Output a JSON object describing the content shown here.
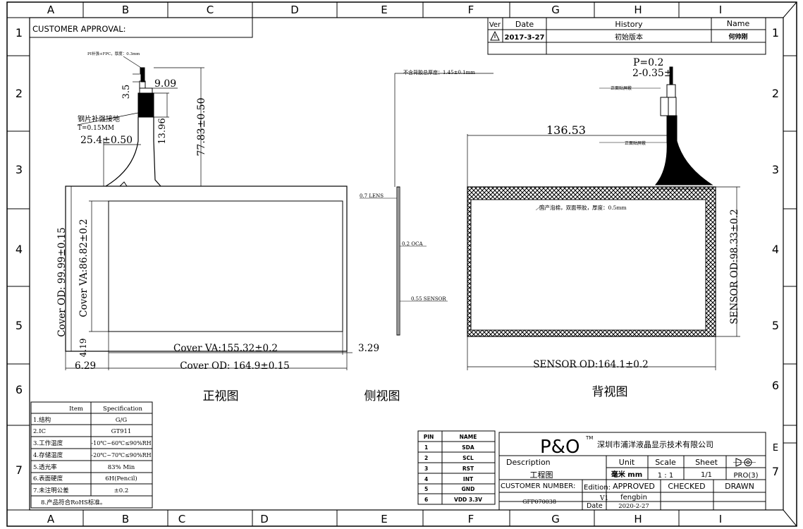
{
  "frame": {
    "columns": [
      "A",
      "B",
      "C",
      "D",
      "E",
      "F",
      "G",
      "H",
      "I"
    ],
    "rows": [
      "1",
      "2",
      "3",
      "4",
      "5",
      "6",
      "7"
    ],
    "extra_right_row": "E"
  },
  "customer_approval": "CUSTOMER  APPROVAL:",
  "history": {
    "headers": {
      "ver": "Ver",
      "date": "Date",
      "history": "History",
      "name": "Name"
    },
    "row": {
      "date": "2017-3-27",
      "history": "初始版本",
      "name": "何帅刚"
    }
  },
  "front": {
    "title": "正视图",
    "fpc_note": "PI补强+FPC，厚度：0.3mm",
    "stiffener_note": [
      "钢片补强接地",
      "T=0.15MM"
    ],
    "dims": {
      "d35": "3.5",
      "d909": "9.09",
      "d1396": "13.96",
      "d254": "25.4±0.50",
      "d7783": "77.83±0.50",
      "cover_od_v": "Cover OD: 99.99±0.15",
      "cover_va_v": "Cover VA:86.82±0.2",
      "d419": "4.19",
      "cover_va_h": "Cover VA:155.32±0.2",
      "d329": "3.29",
      "d629": "6.29",
      "cover_od_h": "Cover OD: 164.9±0.15"
    }
  },
  "side": {
    "title": "侧视图",
    "thickness_note": "不含背胶总厚度：1.45±0.1mm",
    "layers": [
      "0.7 LENS",
      "0.2 OCA",
      "0.55 SENSOR"
    ]
  },
  "back": {
    "title": "背视图",
    "p": "P=0.2",
    "pins": "2-0.35±",
    "label1": "正面贴屏蔽",
    "label2": "正面贴屏蔽",
    "foam_note": "国产泡棉，双面带胶，厚度：0.5mm",
    "d13653": "136.53",
    "sensor_od_v": "SENSOR OD:98.33±0.2",
    "sensor_od_h": "SENSOR OD:164.1±0.2"
  },
  "spec": {
    "headers": [
      "Item",
      "Specification"
    ],
    "rows": [
      [
        "1.结构",
        "G/G"
      ],
      [
        "2.IC",
        "GT911"
      ],
      [
        "3.工作温度",
        "-10℃~60℃≤90%RH"
      ],
      [
        "4.存储温度",
        "-20℃~70℃≤90%RH"
      ],
      [
        "5.透光率",
        "83% Min"
      ],
      [
        "6.表面硬度",
        "6H(Pencil)"
      ],
      [
        "7.未注明公差",
        "±0.2"
      ]
    ],
    "footer": "8.产品符合RoHS标准。"
  },
  "pins": {
    "headers": [
      "PIN",
      "NAME"
    ],
    "rows": [
      [
        "1",
        "SDA"
      ],
      [
        "2",
        "SCL"
      ],
      [
        "3",
        "RST"
      ],
      [
        "4",
        "INT"
      ],
      [
        "5",
        "GND"
      ],
      [
        "6",
        "VDD 3.3V"
      ]
    ]
  },
  "title_block": {
    "logo": "P&O",
    "logo_tm": "TM",
    "company": "深圳市浦洋液晶显示技术有限公司",
    "description_label": "Description",
    "description_value": "工程图",
    "unit_label": "Unit",
    "unit_value": "毫米 mm",
    "scale_label": "Scale",
    "scale_value": "1 : 1",
    "sheet_label": "Sheet",
    "sheet_value": "1/1",
    "projection": "PRO(3)",
    "customer_number_label": "CUSTOMER NUMBER:",
    "part_number": "GFP070038",
    "edition_label": "Edition:",
    "edition_value": "V1",
    "date_label": "Date",
    "date_value": "2020-2-27",
    "approved": "APPROVED",
    "checked": "CHECKED",
    "drawn": "DRAWN",
    "approved_by": "fengbin"
  }
}
